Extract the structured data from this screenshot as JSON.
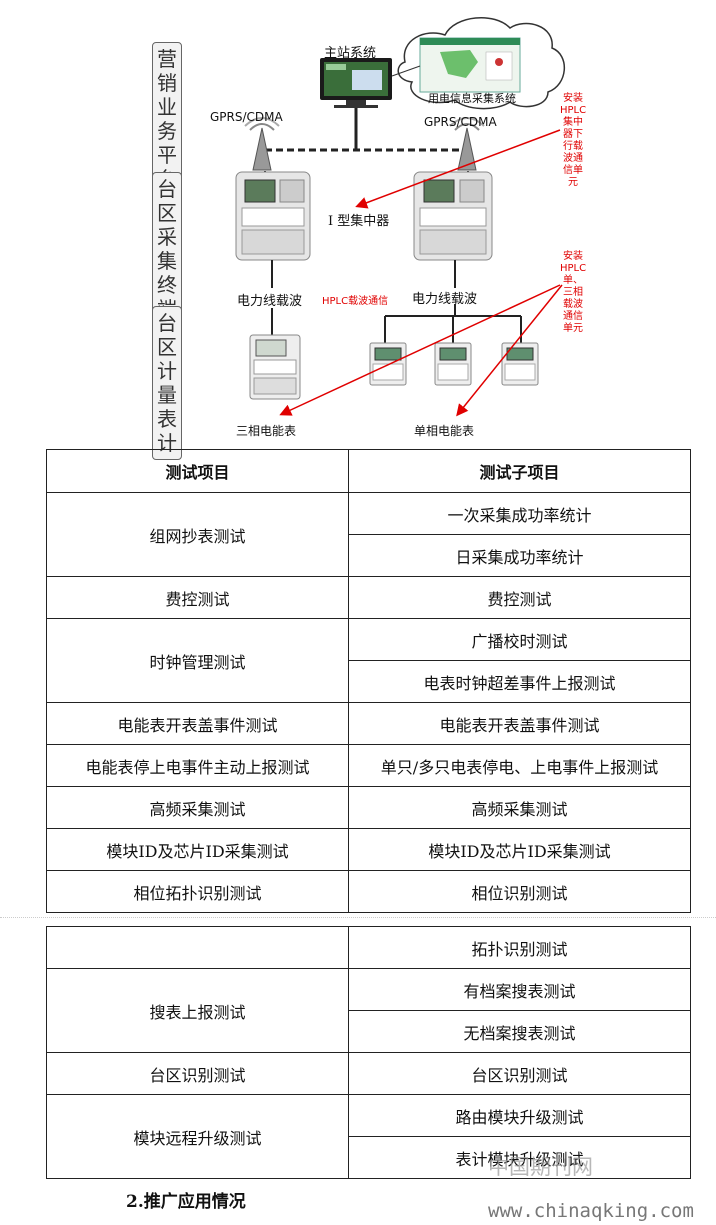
{
  "diagram": {
    "side_labels": {
      "top": "营销业务平台",
      "middle": "台区采集终端",
      "bottom": "台区计量表计"
    },
    "master_station": "主站系统",
    "cloud_label": "用电信息采集系统",
    "gprs_left": "GPRS/CDMA",
    "gprs_right": "GPRS/CDMA",
    "concentrator": "I 型集中器",
    "plc_left": "电力线载波",
    "plc_right": "电力线载波",
    "hplc_comm": "HPLC载波通信",
    "three_phase_meter": "三相电能表",
    "single_phase_meter": "单相电能表",
    "annotation_top": "安装HPLC集中器下行载波通信单元",
    "annotation_bottom": "安装HPLC单、三相载波通信单元"
  },
  "table": {
    "headers": [
      "测试项目",
      "测试子项目"
    ],
    "part1": [
      {
        "item": "组网抄表测试",
        "subs": [
          "一次采集成功率统计",
          "日采集成功率统计"
        ]
      },
      {
        "item": "费控测试",
        "subs": [
          "费控测试"
        ]
      },
      {
        "item": "时钟管理测试",
        "subs": [
          "广播校时测试",
          "电表时钟超差事件上报测试"
        ]
      },
      {
        "item": "电能表开表盖事件测试",
        "subs": [
          "电能表开表盖事件测试"
        ]
      },
      {
        "item": "电能表停上电事件主动上报测试",
        "subs": [
          "单只/多只电表停电、上电事件上报测试"
        ]
      },
      {
        "item": "高频采集测试",
        "subs": [
          "高频采集测试"
        ]
      },
      {
        "item": "模块ID及芯片ID采集测试",
        "subs": [
          "模块ID及芯片ID采集测试"
        ]
      },
      {
        "item": "相位拓扑识别测试",
        "subs": [
          "相位识别测试"
        ]
      }
    ],
    "part2": [
      {
        "item": "",
        "subs": [
          "拓扑识别测试"
        ]
      },
      {
        "item": "搜表上报测试",
        "subs": [
          "有档案搜表测试",
          "无档案搜表测试"
        ]
      },
      {
        "item": "台区识别测试",
        "subs": [
          "台区识别测试"
        ]
      },
      {
        "item": "模块远程升级测试",
        "subs": [
          "路由模块升级测试",
          "表计模块升级测试"
        ]
      }
    ]
  },
  "section_heading": "2.推广应用情况",
  "watermark_cn": "中国期刊网",
  "watermark_url": "www.chinaqking.com"
}
